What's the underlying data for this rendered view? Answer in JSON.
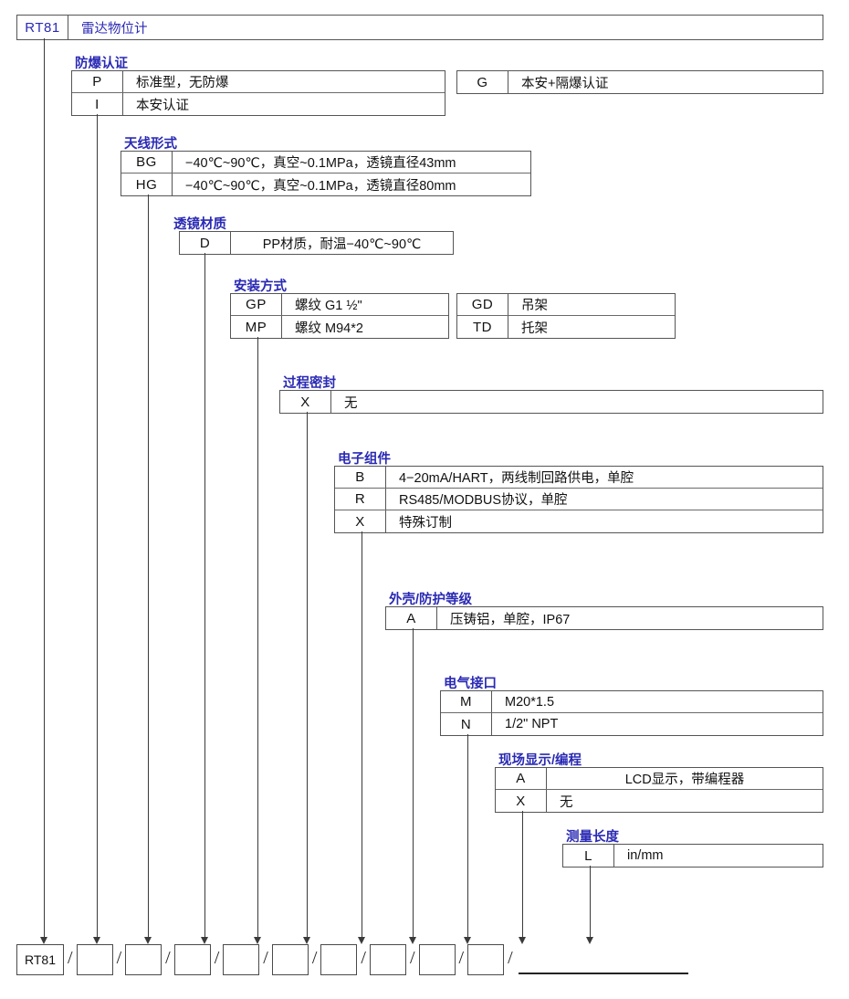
{
  "title": {
    "code": "RT81",
    "name": "雷达物位计"
  },
  "sections": [
    {
      "key": "explosion_proof",
      "heading": "防爆认证",
      "rows": [
        {
          "code": "P",
          "desc": "标准型，无防爆"
        },
        {
          "code": "I",
          "desc": "本安认证"
        }
      ],
      "rows_right": [
        {
          "code": "G",
          "desc": "本安+隔爆认证"
        }
      ]
    },
    {
      "key": "antenna_type",
      "heading": "天线形式",
      "rows": [
        {
          "code": "BG",
          "desc": "−40℃~90℃，真空~0.1MPa，透镜直径43mm"
        },
        {
          "code": "HG",
          "desc": "−40℃~90℃，真空~0.1MPa，透镜直径80mm"
        }
      ],
      "rows_right": []
    },
    {
      "key": "lens_material",
      "heading": "透镜材质",
      "rows": [
        {
          "code": "D",
          "desc": "PP材质，耐温−40℃~90℃"
        }
      ],
      "rows_right": []
    },
    {
      "key": "mounting",
      "heading": "安装方式",
      "rows": [
        {
          "code": "GP",
          "desc": "螺纹 G1 ½\""
        },
        {
          "code": "MP",
          "desc": "螺纹 M94*2"
        }
      ],
      "rows_right": [
        {
          "code": "GD",
          "desc": "吊架"
        },
        {
          "code": "TD",
          "desc": "托架"
        }
      ]
    },
    {
      "key": "process_seal",
      "heading": "过程密封",
      "rows": [
        {
          "code": "X",
          "desc": "无"
        }
      ],
      "rows_right": []
    },
    {
      "key": "electronics",
      "heading": "电子组件",
      "rows": [
        {
          "code": "B",
          "desc": "4−20mA/HART，两线制回路供电，单腔"
        },
        {
          "code": "R",
          "desc": "RS485/MODBUS协议，单腔"
        },
        {
          "code": "X",
          "desc": "特殊订制"
        }
      ],
      "rows_right": []
    },
    {
      "key": "housing_protection",
      "heading": "外壳/防护等级",
      "rows": [
        {
          "code": "A",
          "desc": "压铸铝，单腔，IP67"
        }
      ],
      "rows_right": []
    },
    {
      "key": "electrical_interface",
      "heading": "电气接口",
      "rows": [
        {
          "code": "M",
          "desc": "M20*1.5"
        },
        {
          "code": "N",
          "desc": "1/2\" NPT"
        }
      ],
      "rows_right": []
    },
    {
      "key": "local_display",
      "heading": "现场显示/编程",
      "rows": [
        {
          "code": "A",
          "desc": "LCD显示，带编程器"
        },
        {
          "code": "X",
          "desc": "无"
        }
      ],
      "rows_right": []
    },
    {
      "key": "measuring_length",
      "heading": "测量长度",
      "rows": [
        {
          "code": "L",
          "desc": "in/mm"
        }
      ],
      "rows_right": []
    }
  ],
  "order_code": {
    "first": "RT81",
    "boxes": [
      "",
      "",
      "",
      "",
      "",
      "",
      "",
      "",
      ""
    ],
    "separator": "/",
    "trailing_blank": ""
  },
  "colors": {
    "heading": "#2a2ab4",
    "title_text": "#2a2ab4",
    "border": "#555555",
    "line": "#3a3a3a"
  }
}
